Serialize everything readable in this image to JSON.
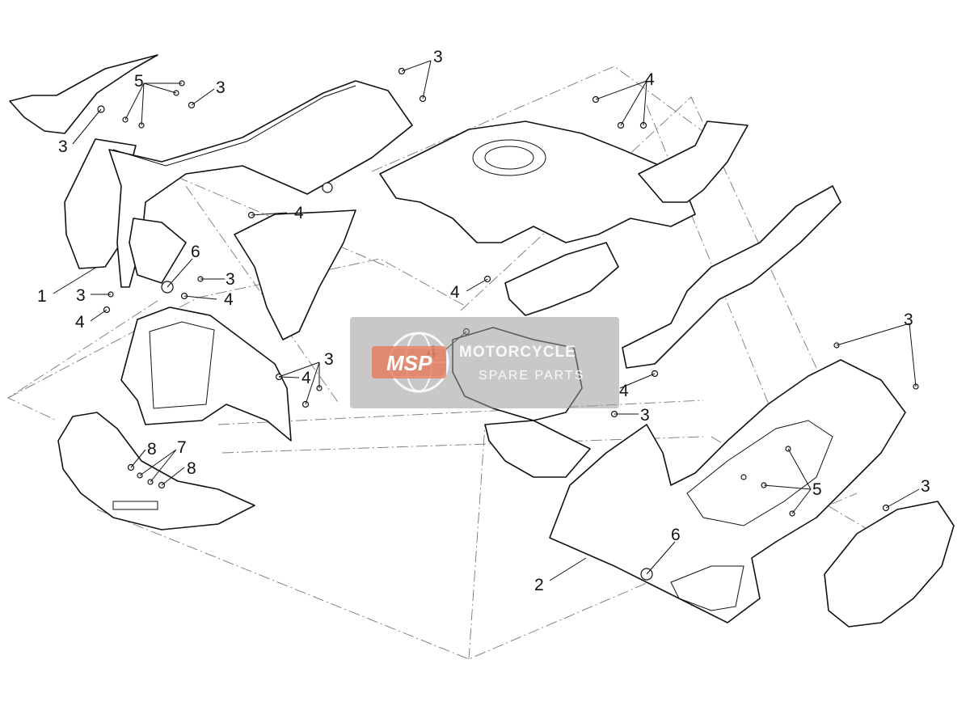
{
  "watermark": {
    "logo": "MSP",
    "line1": "MOTORCYCLE",
    "line2": "SPARE PARTS"
  },
  "callouts": [
    {
      "id": "c1",
      "label": "1"
    },
    {
      "id": "c2",
      "label": "2"
    },
    {
      "id": "c3a",
      "label": "3"
    },
    {
      "id": "c3b",
      "label": "3"
    },
    {
      "id": "c3c",
      "label": "3"
    },
    {
      "id": "c3d",
      "label": "3"
    },
    {
      "id": "c3e",
      "label": "3"
    },
    {
      "id": "c3f",
      "label": "3"
    },
    {
      "id": "c3g",
      "label": "3"
    },
    {
      "id": "c3h",
      "label": "3"
    },
    {
      "id": "c3i",
      "label": "3"
    },
    {
      "id": "c4a",
      "label": "4"
    },
    {
      "id": "c4b",
      "label": "4"
    },
    {
      "id": "c4c",
      "label": "4"
    },
    {
      "id": "c4d",
      "label": "4"
    },
    {
      "id": "c4e",
      "label": "4"
    },
    {
      "id": "c4f",
      "label": "4"
    },
    {
      "id": "c4g",
      "label": "4"
    },
    {
      "id": "c4h",
      "label": "4"
    },
    {
      "id": "c5a",
      "label": "5"
    },
    {
      "id": "c5b",
      "label": "5"
    },
    {
      "id": "c6a",
      "label": "6"
    },
    {
      "id": "c6b",
      "label": "6"
    },
    {
      "id": "c7",
      "label": "7"
    },
    {
      "id": "c8a",
      "label": "8"
    },
    {
      "id": "c8b",
      "label": "8"
    }
  ]
}
